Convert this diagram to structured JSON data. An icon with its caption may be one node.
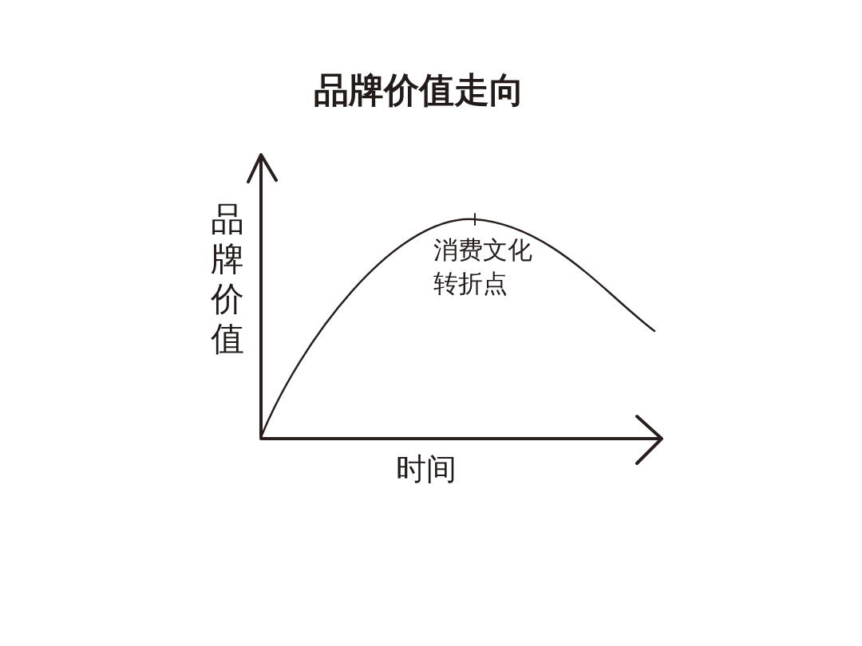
{
  "diagram": {
    "title": "品牌价值走向",
    "labels": [
      "品牌价值",
      "消费文化转折点",
      "时间"
    ]
  }
}
